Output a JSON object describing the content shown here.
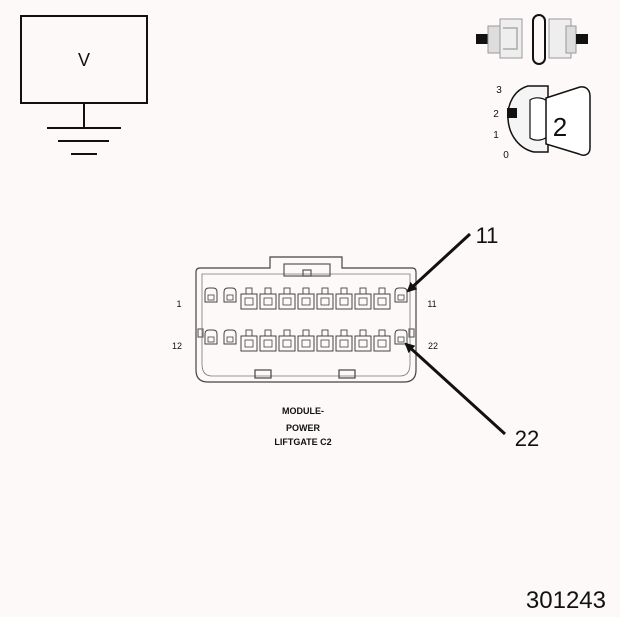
{
  "voltmeter": {
    "label": "V",
    "icon": "voltmeter-with-ground-icon"
  },
  "connector_disconnect": {
    "icon": "disconnect-connector-icon"
  },
  "ignition": {
    "icon": "ignition-key-icon",
    "position_labels": [
      "3",
      "2",
      "1",
      "0"
    ],
    "selected_position": "2"
  },
  "connector": {
    "icon": "22-pin-connector-face-icon",
    "pin_labels": {
      "top_left": "1",
      "top_right": "11",
      "bottom_left": "12",
      "bottom_right": "22"
    },
    "callout_top": "11",
    "callout_bottom": "22",
    "name_lines": [
      "MODULE-",
      "POWER",
      "LIFTGATE C2"
    ],
    "pins_per_row": 11,
    "rows": 2
  },
  "figure_number": "301243",
  "colors": {
    "line": "#111111",
    "background": "#fdf9f9"
  }
}
